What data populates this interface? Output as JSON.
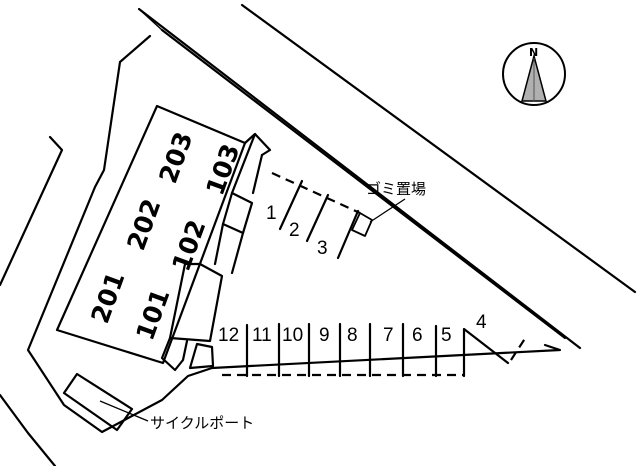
{
  "diagram": {
    "type": "site-plan",
    "building": {
      "units_upper_floor": [
        "201",
        "202",
        "203"
      ],
      "units_lower_floor": [
        "101",
        "102",
        "103"
      ]
    },
    "parking": {
      "stalls_top": [
        "1",
        "2",
        "3"
      ],
      "stall_corner": "4",
      "stalls_bottom": [
        "12",
        "11",
        "10",
        "9",
        "8",
        "7",
        "6",
        "5"
      ]
    },
    "labels": {
      "garbage_area": "ゴミ置場",
      "bicycle_port": "サイクルポート"
    },
    "compass": {
      "north_label": "N"
    },
    "colors": {
      "line": "#000000",
      "background": "#ffffff",
      "compass_fill": "#b0b0b0"
    }
  }
}
